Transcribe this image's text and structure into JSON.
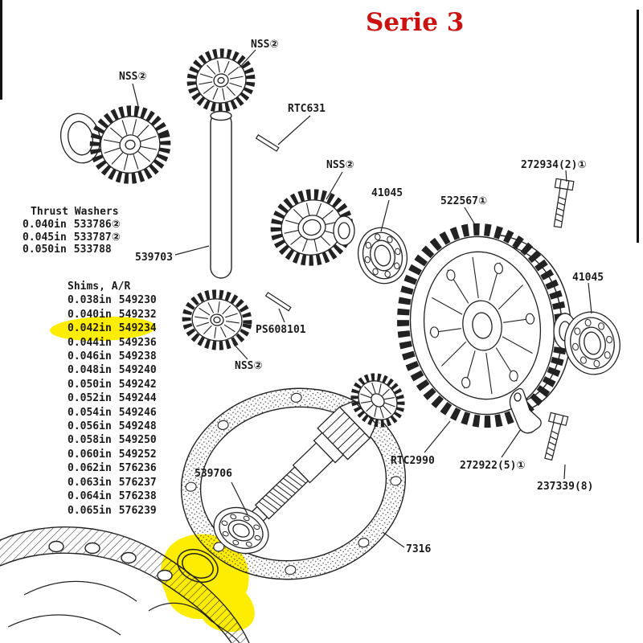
{
  "title": "Serie 3",
  "colors": {
    "title": "#cc1111",
    "highlight": "#ffed00",
    "ink": "#1a1a1a",
    "background": "#ffffff"
  },
  "thrust_washers": {
    "heading": "Thrust Washers",
    "rows": [
      {
        "size": "0.040in",
        "part": "533786",
        "badge": "②"
      },
      {
        "size": "0.045in",
        "part": "533787",
        "badge": "②"
      },
      {
        "size": "0.050in",
        "part": "533788",
        "badge": ""
      }
    ]
  },
  "shims": {
    "heading": "Shims, A/R",
    "rows": [
      {
        "size": "0.038in",
        "part": "549230",
        "highlighted": false
      },
      {
        "size": "0.040in",
        "part": "549232",
        "highlighted": false
      },
      {
        "size": "0.042in",
        "part": "549234",
        "highlighted": true
      },
      {
        "size": "0.044in",
        "part": "549236",
        "highlighted": false
      },
      {
        "size": "0.046in",
        "part": "549238",
        "highlighted": false
      },
      {
        "size": "0.048in",
        "part": "549240",
        "highlighted": false
      },
      {
        "size": "0.050in",
        "part": "549242",
        "highlighted": false
      },
      {
        "size": "0.052in",
        "part": "549244",
        "highlighted": false
      },
      {
        "size": "0.054in",
        "part": "549246",
        "highlighted": false
      },
      {
        "size": "0.056in",
        "part": "549248",
        "highlighted": false
      },
      {
        "size": "0.058in",
        "part": "549250",
        "highlighted": false
      },
      {
        "size": "0.060in",
        "part": "549252",
        "highlighted": false
      },
      {
        "size": "0.062in",
        "part": "576236",
        "highlighted": false
      },
      {
        "size": "0.063in",
        "part": "576237",
        "highlighted": false
      },
      {
        "size": "0.064in",
        "part": "576238",
        "highlighted": false
      },
      {
        "size": "0.065in",
        "part": "576239",
        "highlighted": false
      }
    ]
  },
  "callouts": {
    "nss_top_left": "NSS②",
    "nss_top_center": "NSS②",
    "rtc631": "RTC631",
    "nss_mid": "NSS②",
    "bearing_left": "41045",
    "diff_case": "522567①",
    "bolt_top": "272934(2)①",
    "bearing_right": "41045",
    "cross_shaft": "539703",
    "roll_pin": "PS608101",
    "nss_bottom": "NSS②",
    "crown_wheel": "RTC2990",
    "lock_tab": "272922(5)①",
    "bolt_bottom": "237339(8)",
    "pinion_shaft": "539706",
    "gasket": "7316"
  }
}
